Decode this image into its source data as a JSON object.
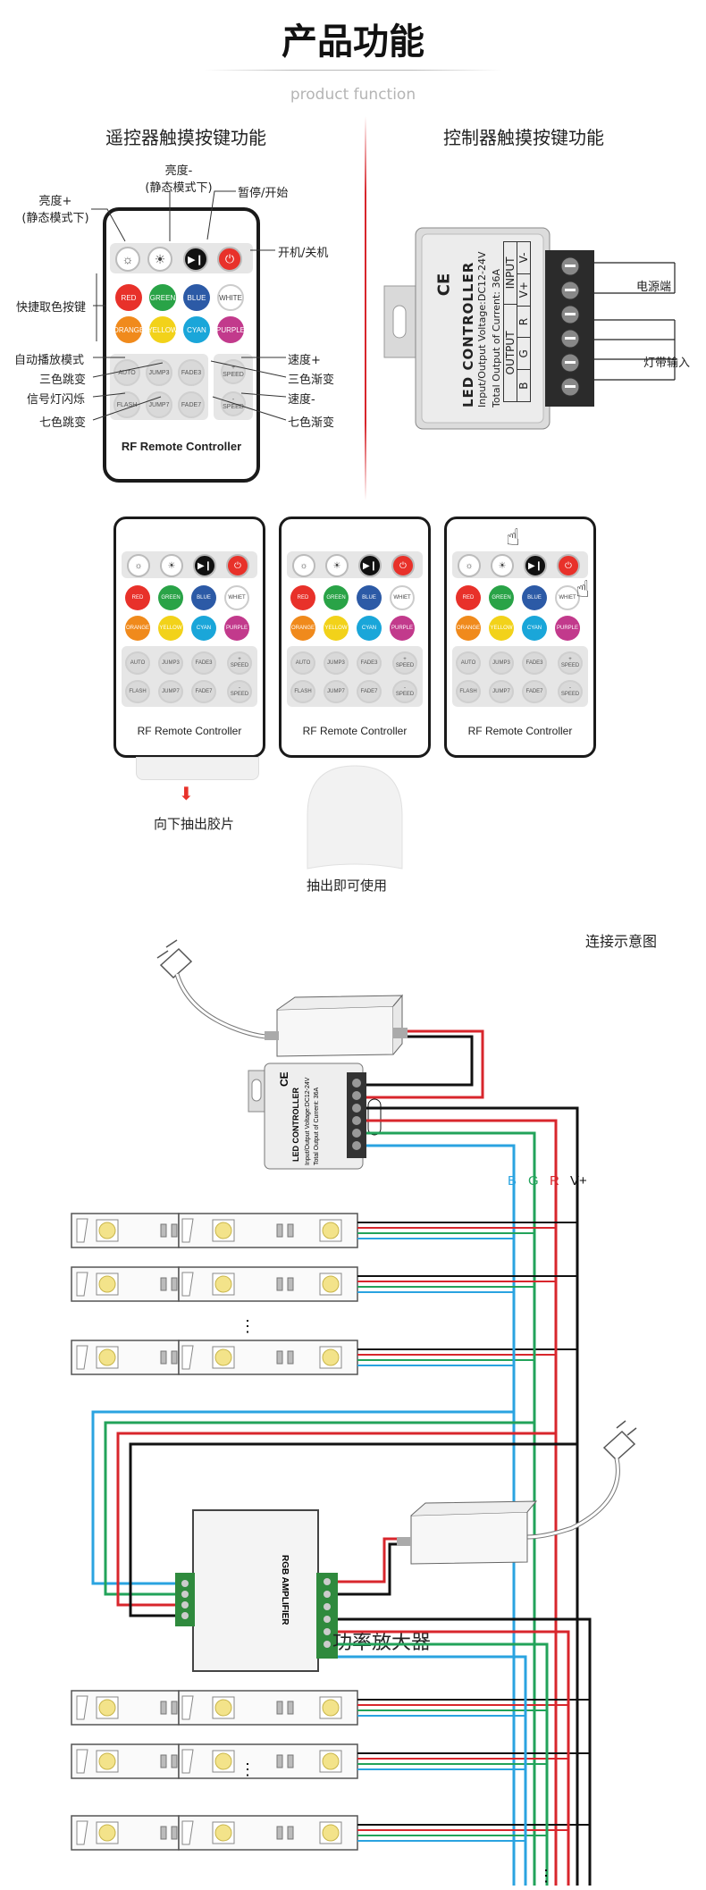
{
  "header": {
    "title": "产品功能",
    "subtitle": "product function"
  },
  "sections": {
    "remote_title": "遥控器触摸按键功能",
    "controller_title": "控制器触摸按键功能"
  },
  "remote_labels": {
    "brightness_plus": "亮度+",
    "brightness_plus_sub": "(静态模式下)",
    "brightness_minus": "亮度-",
    "brightness_minus_sub": "(静态模式下)",
    "pause_start": "暂停/开始",
    "power": "开机/关机",
    "quick_color": "快捷取色按键",
    "auto_play": "自动播放模式",
    "jump3": "三色跳变",
    "flash": "信号灯闪烁",
    "jump7": "七色跳变",
    "speed_plus": "速度+",
    "fade3": "三色渐变",
    "speed_minus": "速度-",
    "fade7": "七色渐变"
  },
  "remote": {
    "brand": "RF  Remote Controller",
    "color_buttons": [
      {
        "label": "RED",
        "color": "#e8312a"
      },
      {
        "label": "GREEN",
        "color": "#29a347"
      },
      {
        "label": "BLUE",
        "color": "#2c5aa6"
      },
      {
        "label": "WHITE",
        "color": "#ffffff"
      },
      {
        "label": "ORANGE",
        "color": "#f08a1c"
      },
      {
        "label": "YELLOW",
        "color": "#f2d21a"
      },
      {
        "label": "CYAN",
        "color": "#1aa6d9"
      },
      {
        "label": "PURPLE",
        "color": "#c23a8c"
      }
    ],
    "mode_buttons": [
      "AUTO",
      "JUMP3",
      "FADE3",
      "FLASH",
      "JUMP7",
      "FADE7"
    ],
    "speed_plus": "+\nSPEED",
    "speed_minus": "-\nSPEED",
    "color_buttons_small": [
      "RED",
      "GREEN",
      "BLUE",
      "WHIET",
      "ORANGE",
      "YELLOW",
      "CYAN",
      "PURPLE"
    ]
  },
  "controller": {
    "ce": "CE",
    "name": "LED CONTROLLER",
    "spec1": "Input/Output Voltage:DC12-24V",
    "spec2": "Total Output of Current: 36A",
    "output": "OUTPUT",
    "input": "INPUT",
    "pins": [
      "B",
      "G",
      "R",
      "V+",
      "V-"
    ],
    "label_power": "电源端",
    "label_strip": "灯带输入"
  },
  "steps": {
    "pull_tab": "向下抽出胶片",
    "ready": "抽出即可使用"
  },
  "wiring": {
    "title": "连接示意图",
    "wire_labels": [
      "B",
      "G",
      "R",
      "V+"
    ],
    "amp_name": "RGB AMPLIFIER",
    "amp_label": "功率放大器",
    "dots": "⋮"
  },
  "colors": {
    "red": "#d8262c",
    "green": "#22a35a",
    "blue": "#2aa3e0",
    "black": "#1a1a1a"
  }
}
